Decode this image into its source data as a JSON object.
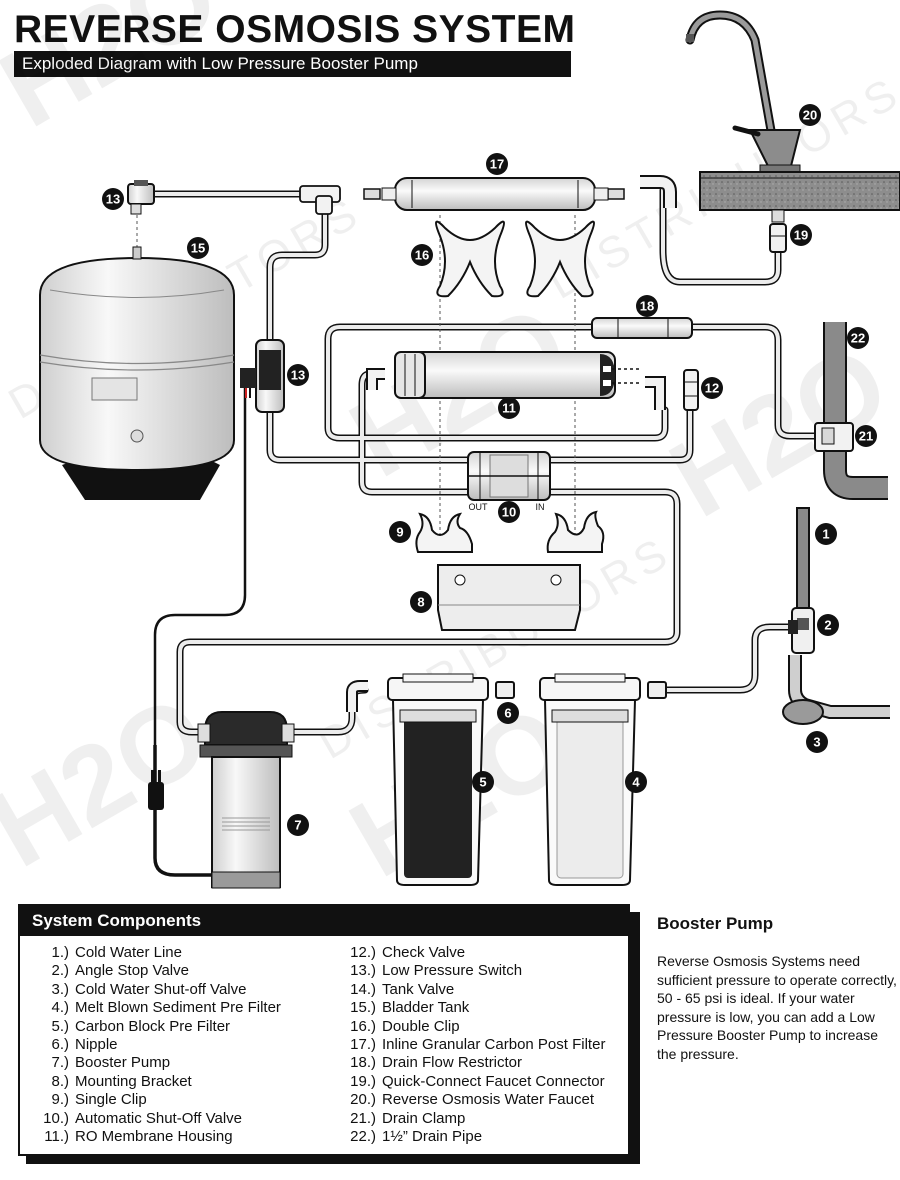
{
  "header": {
    "title": "REVERSE OSMOSIS SYSTEM",
    "subtitle": "Exploded Diagram with Low Pressure Booster Pump"
  },
  "diagram": {
    "callouts": [
      "1",
      "2",
      "3",
      "4",
      "5",
      "6",
      "7",
      "8",
      "9",
      "10",
      "11",
      "12",
      "13",
      "13",
      "15",
      "16",
      "17",
      "18",
      "19",
      "20",
      "21",
      "22"
    ],
    "valve_labels": {
      "out": "OUT",
      "in": "IN"
    },
    "watermark": {
      "brand_logo": "H2O",
      "word": "DISTRIBUTORS"
    }
  },
  "components_panel": {
    "title": "System Components",
    "column_1": [
      {
        "num": "1.)",
        "name": "Cold Water Line"
      },
      {
        "num": "2.)",
        "name": "Angle Stop Valve"
      },
      {
        "num": "3.)",
        "name": "Cold Water Shut-off Valve"
      },
      {
        "num": "4.)",
        "name": "Melt Blown Sediment Pre Filter"
      },
      {
        "num": "5.)",
        "name": "Carbon Block Pre Filter"
      },
      {
        "num": "6.)",
        "name": "Nipple"
      },
      {
        "num": "7.)",
        "name": "Booster Pump"
      },
      {
        "num": "8.)",
        "name": "Mounting Bracket"
      },
      {
        "num": "9.)",
        "name": "Single Clip"
      },
      {
        "num": "10.)",
        "name": "Automatic Shut-Off Valve"
      },
      {
        "num": "11.)",
        "name": "RO Membrane Housing"
      }
    ],
    "column_2": [
      {
        "num": "12.)",
        "name": "Check Valve"
      },
      {
        "num": "13.)",
        "name": "Low Pressure Switch"
      },
      {
        "num": "14.)",
        "name": "Tank Valve"
      },
      {
        "num": "15.)",
        "name": "Bladder Tank"
      },
      {
        "num": "16.)",
        "name": "Double Clip"
      },
      {
        "num": "17.)",
        "name": "Inline Granular Carbon Post Filter"
      },
      {
        "num": "18.)",
        "name": "Drain Flow Restrictor"
      },
      {
        "num": "19.)",
        "name": "Quick-Connect Faucet Connector"
      },
      {
        "num": "20.)",
        "name": "Reverse Osmosis Water Faucet"
      },
      {
        "num": "21.)",
        "name": "Drain Clamp"
      },
      {
        "num": "22.)",
        "name": "1½” Drain Pipe"
      }
    ]
  },
  "booster_pump_note": {
    "title": "Booster Pump",
    "text": "Reverse Osmosis Systems need sufficient pressure to operate correctly, 50 - 65 psi is ideal. If your water pressure is low, you can add a Low Pressure Booster Pump to increase the pressure."
  },
  "colors": {
    "ink": "#111111",
    "tube": "#e9e9e9",
    "part_fill": "#f0f0f0",
    "countertop": "#8a8a8a",
    "drain_pipe": "#888888"
  }
}
